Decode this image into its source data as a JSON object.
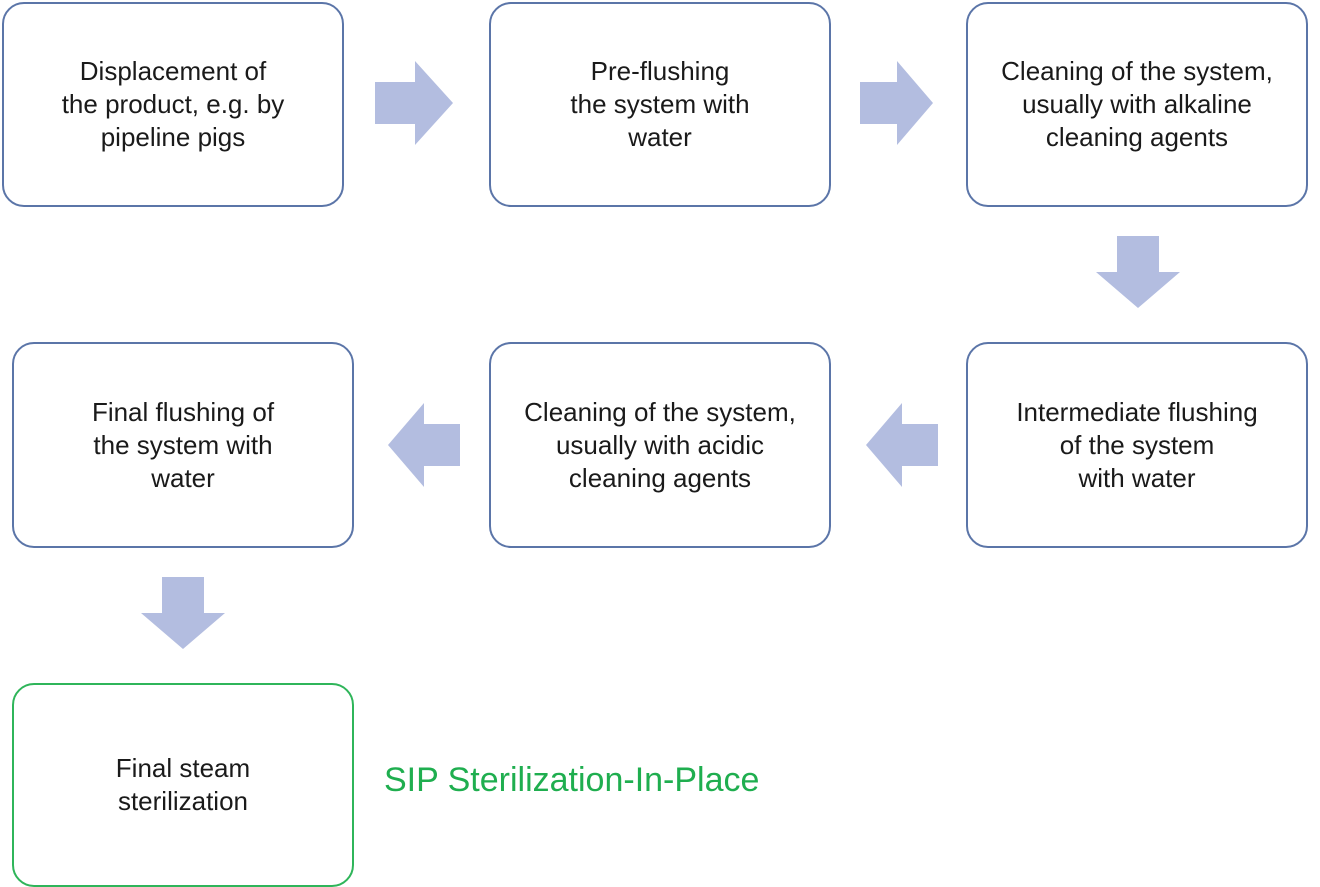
{
  "colors": {
    "box_border": "#5b75a8",
    "arrow_fill": "#b3bde0",
    "sip_border": "#2fb55a",
    "sip_text": "#1fae4f"
  },
  "steps": [
    {
      "text": "Displacement of\nthe product, e.g. by\npipeline pigs"
    },
    {
      "text": "Pre-flushing\nthe system with\nwater"
    },
    {
      "text": "Cleaning of the system,\nusually with alkaline\ncleaning agents"
    },
    {
      "text": "Intermediate flushing\nof the system\nwith water"
    },
    {
      "text": "Cleaning of the system,\nusually with acidic\ncleaning agents"
    },
    {
      "text": "Final flushing of\nthe system with\nwater"
    },
    {
      "text": "Final steam\nsterilization"
    }
  ],
  "sip_label": "SIP Sterilization-In-Place"
}
